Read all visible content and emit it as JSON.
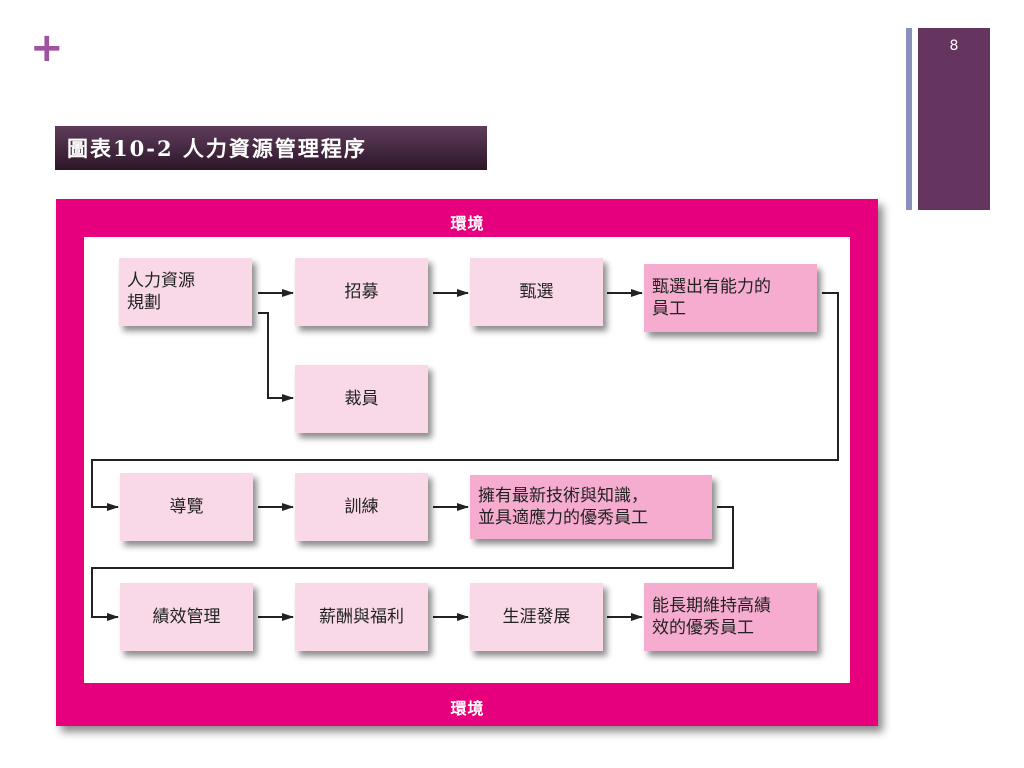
{
  "slide": {
    "page_number": "8"
  },
  "title": "圖表10-2 人力資源管理程序",
  "environment": {
    "top_label": "環境",
    "bottom_label": "環境"
  },
  "steps": {
    "hr_planning": "人力資源\n規劃",
    "recruitment": "招募",
    "selection": "甄選",
    "competent_employees": "甄選出有能力的\n員工",
    "layoff": "裁員",
    "orientation": "導覽",
    "training": "訓練",
    "skilled_employees": "擁有最新技術與知識，\n並具適應力的優秀員工",
    "performance_management": "績效管理",
    "compensation_benefits": "薪酬與福利",
    "career_development": "生涯發展",
    "high_performers": "能長期維持高績\n效的優秀員工"
  },
  "colors": {
    "accent_plus": "#a0529e",
    "environment_frame": "#e6007e",
    "process_box": "#f9d9e8",
    "outcome_box": "#f5acce",
    "title_bar": "#3f2140"
  }
}
